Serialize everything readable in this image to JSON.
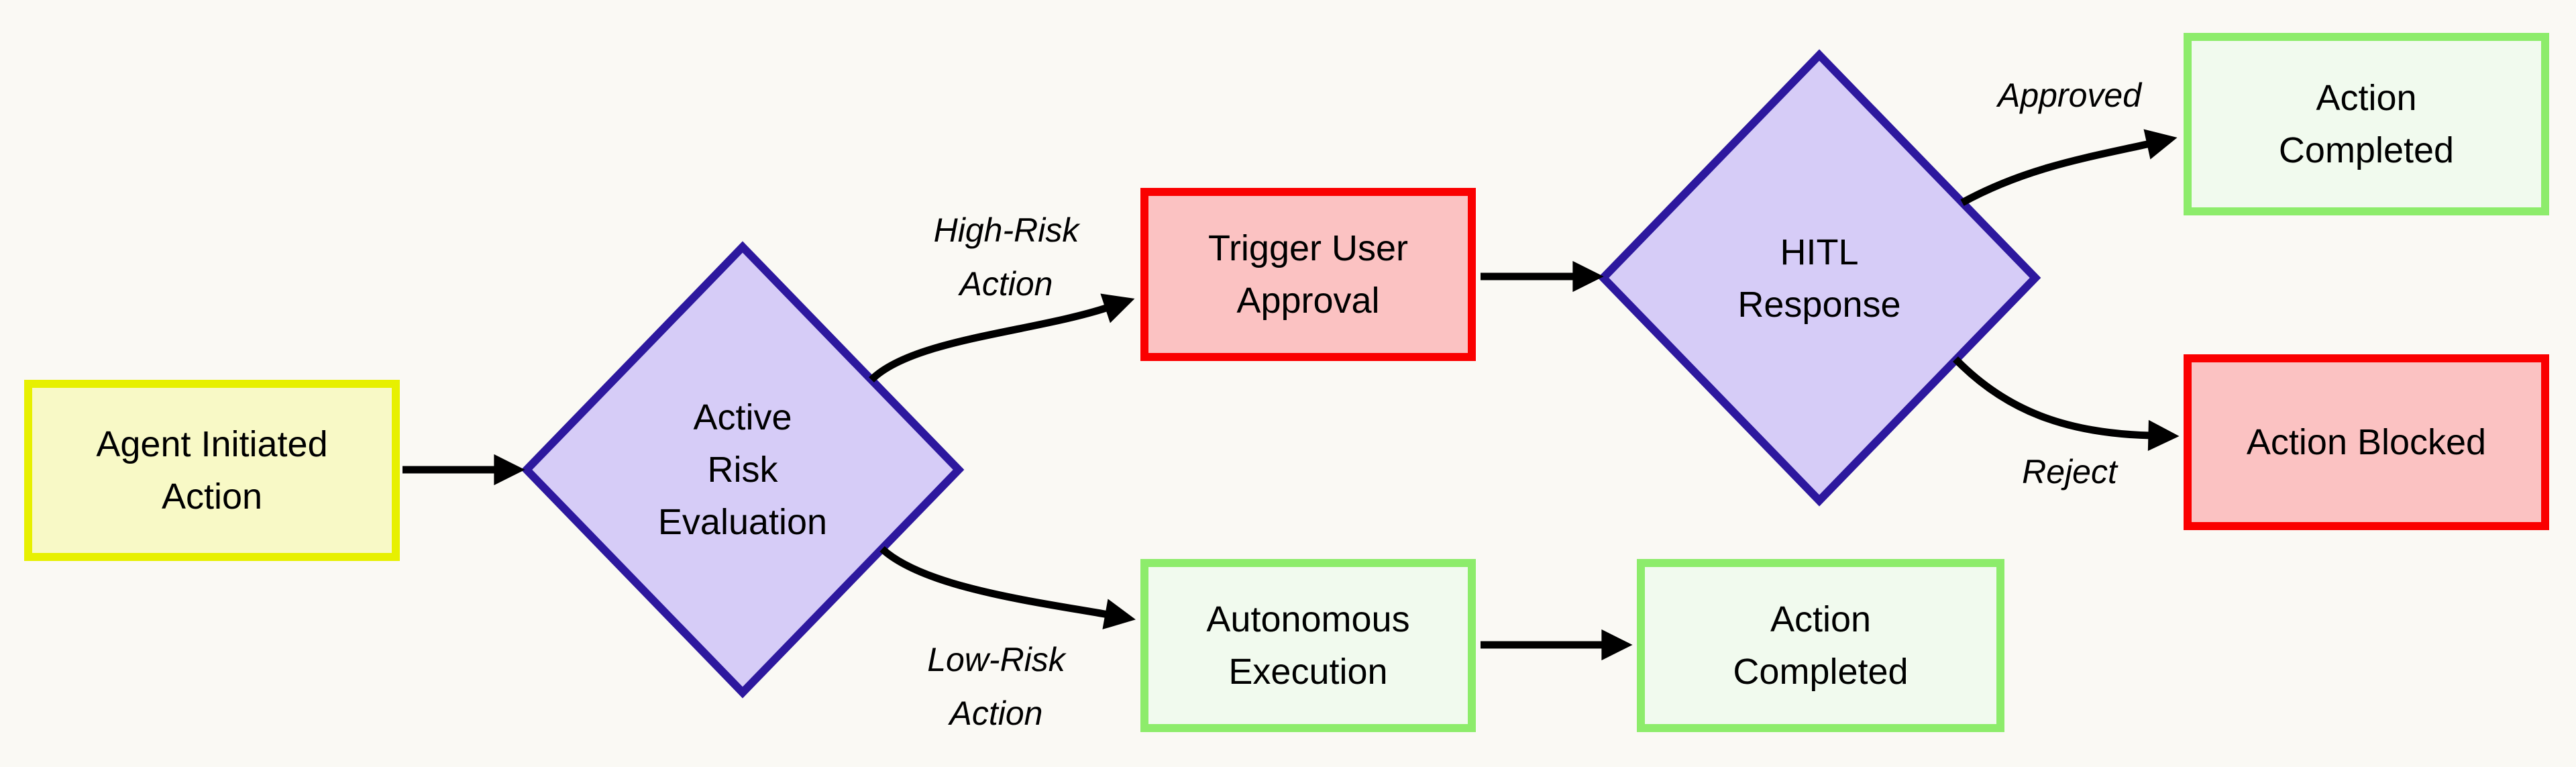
{
  "diagram": {
    "background": "#FAF9F4",
    "arrow_color": "#000000",
    "text_color": "#000000",
    "nodes": {
      "start": {
        "label": "Agent Initiated\nAction",
        "fill": "#F8F9C6",
        "border": "#E7F000"
      },
      "risk": {
        "label": "Active\nRisk\nEvaluation",
        "fill": "#D6CCF7",
        "border": "#2D189E"
      },
      "trigger": {
        "label": "Trigger User\nApproval",
        "fill": "#FBC2C2",
        "border": "#FA0000"
      },
      "hitl": {
        "label": "HITL\nResponse",
        "fill": "#D6CCF7",
        "border": "#2D189E"
      },
      "completed_top": {
        "label": "Action\nCompleted",
        "fill": "#F1FAEE",
        "border": "#8DEC6B"
      },
      "blocked": {
        "label": "Action Blocked",
        "fill": "#FBC2C2",
        "border": "#FA0000"
      },
      "autonomous": {
        "label": "Autonomous\nExecution",
        "fill": "#F1FAEE",
        "border": "#8DEC6B"
      },
      "completed_bottom": {
        "label": "Action\nCompleted",
        "fill": "#F1FAEE",
        "border": "#8DEC6B"
      }
    },
    "edge_labels": {
      "high_risk": "High-Risk\nAction",
      "low_risk": "Low-Risk\nAction",
      "approved": "Approved",
      "reject": "Reject"
    }
  }
}
